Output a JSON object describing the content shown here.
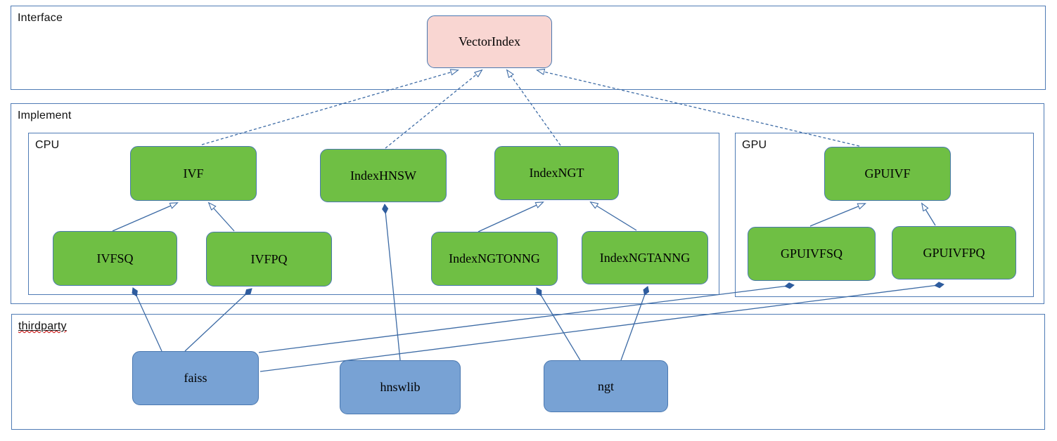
{
  "diagram": {
    "containers": {
      "interface": {
        "label": "Interface"
      },
      "implement": {
        "label": "Implement"
      },
      "cpu": {
        "label": "CPU"
      },
      "gpu": {
        "label": "GPU"
      },
      "thirdparty": {
        "label": "thirdparty"
      }
    },
    "nodes": {
      "vectorindex": {
        "label": "VectorIndex",
        "fill": "#f9d6d2"
      },
      "ivf": {
        "label": "IVF",
        "fill": "#6fbf44"
      },
      "indexhnsw": {
        "label": "IndexHNSW",
        "fill": "#6fbf44"
      },
      "indexngt": {
        "label": "IndexNGT",
        "fill": "#6fbf44"
      },
      "ivfsq": {
        "label": "IVFSQ",
        "fill": "#6fbf44"
      },
      "ivfpq": {
        "label": "IVFPQ",
        "fill": "#6fbf44"
      },
      "indexngtonng": {
        "label": "IndexNGTONNG",
        "fill": "#6fbf44"
      },
      "indexngtanng": {
        "label": "IndexNGTANNG",
        "fill": "#6fbf44"
      },
      "gpuivf": {
        "label": "GPUIVF",
        "fill": "#6fbf44"
      },
      "gpuivfsq": {
        "label": "GPUIVFSQ",
        "fill": "#6fbf44"
      },
      "gpuivfpq": {
        "label": "GPUIVFPQ",
        "fill": "#6fbf44"
      },
      "faiss": {
        "label": "faiss",
        "fill": "#78a2d4"
      },
      "hnswlib": {
        "label": "hnswlib",
        "fill": "#78a2d4"
      },
      "ngt": {
        "label": "ngt",
        "fill": "#78a2d4"
      }
    },
    "edges": [
      {
        "from": "IVF",
        "to": "VectorIndex",
        "type": "realization-dashed"
      },
      {
        "from": "IndexHNSW",
        "to": "VectorIndex",
        "type": "realization-dashed"
      },
      {
        "from": "IndexNGT",
        "to": "VectorIndex",
        "type": "realization-dashed"
      },
      {
        "from": "GPUIVF",
        "to": "VectorIndex",
        "type": "realization-dashed"
      },
      {
        "from": "IVFSQ",
        "to": "IVF",
        "type": "inheritance"
      },
      {
        "from": "IVFPQ",
        "to": "IVF",
        "type": "inheritance"
      },
      {
        "from": "IndexNGTONNG",
        "to": "IndexNGT",
        "type": "inheritance"
      },
      {
        "from": "IndexNGTANNG",
        "to": "IndexNGT",
        "type": "inheritance"
      },
      {
        "from": "GPUIVFSQ",
        "to": "GPUIVF",
        "type": "inheritance"
      },
      {
        "from": "GPUIVFPQ",
        "to": "GPUIVF",
        "type": "inheritance"
      },
      {
        "from": "faiss",
        "to": "IVFSQ",
        "type": "composition"
      },
      {
        "from": "faiss",
        "to": "IVFPQ",
        "type": "composition"
      },
      {
        "from": "faiss",
        "to": "GPUIVFSQ",
        "type": "composition"
      },
      {
        "from": "faiss",
        "to": "GPUIVFPQ",
        "type": "composition"
      },
      {
        "from": "hnswlib",
        "to": "IndexHNSW",
        "type": "composition"
      },
      {
        "from": "ngt",
        "to": "IndexNGTONNG",
        "type": "composition"
      },
      {
        "from": "ngt",
        "to": "IndexNGTANNG",
        "type": "composition"
      }
    ],
    "colors": {
      "container_border": "#4f7bb5",
      "node_border": "#4a78b0",
      "edge_line": "#3d6ba5",
      "green_fill": "#6fbf44",
      "pink_fill": "#f9d6d2",
      "blue_fill": "#78a2d4",
      "spellcheck_squiggle": "#cc0000"
    }
  }
}
